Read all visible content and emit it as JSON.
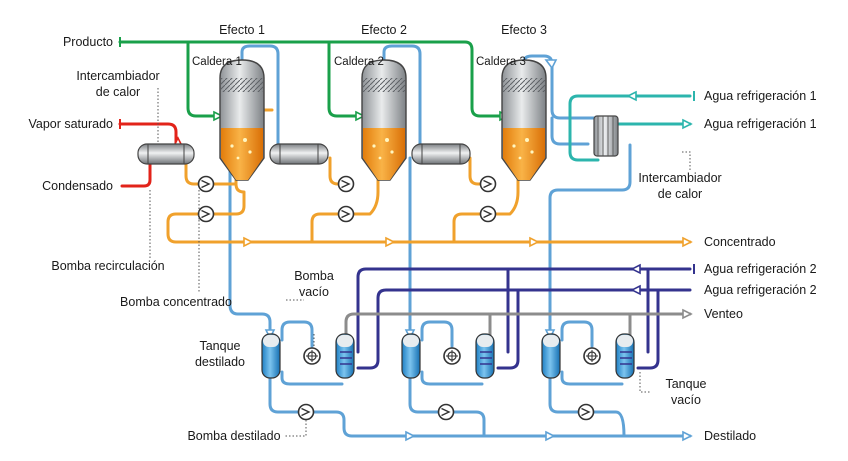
{
  "effects": [
    {
      "title": "Efecto 1",
      "boiler": "Caldera 1"
    },
    {
      "title": "Efecto 2",
      "boiler": "Caldera 2"
    },
    {
      "title": "Efecto 3",
      "boiler": "Caldera 3"
    }
  ],
  "streams": {
    "producto": "Producto",
    "vapor": "Vapor saturado",
    "condensado": "Condensado",
    "agua_refrig_1a": "Agua refrigeración 1",
    "agua_refrig_1b": "Agua refrigeración 1",
    "concentrado": "Concentrado",
    "agua_refrig_2a": "Agua refrigeración 2",
    "agua_refrig_2b": "Agua refrigeración 2",
    "venteo": "Venteo",
    "destilado": "Destilado"
  },
  "components": {
    "intercambiador_1": [
      "Intercambiador",
      "de calor"
    ],
    "intercambiador_2": [
      "Intercambiador",
      "de calor"
    ],
    "bomba_recirculacion": "Bomba recirculación",
    "bomba_concentrado": "Bomba concentrado",
    "bomba_vacio": [
      "Bomba",
      "vacío"
    ],
    "tanque_destilado": [
      "Tanque",
      "destilado"
    ],
    "tanque_vacio": [
      "Tanque",
      "vacío"
    ],
    "bomba_destilado": "Bomba destilado"
  },
  "colors": {
    "producto": "#1aa04a",
    "vapor_destilado": "#5fa2d6",
    "concentrado": "#f0a12c",
    "vapor_saturado": "#e2231a",
    "agua_refrigeracion_1": "#2cb5ad",
    "agua_refrigeracion_2": "#34338e",
    "venteo": "#8c8c8c"
  }
}
